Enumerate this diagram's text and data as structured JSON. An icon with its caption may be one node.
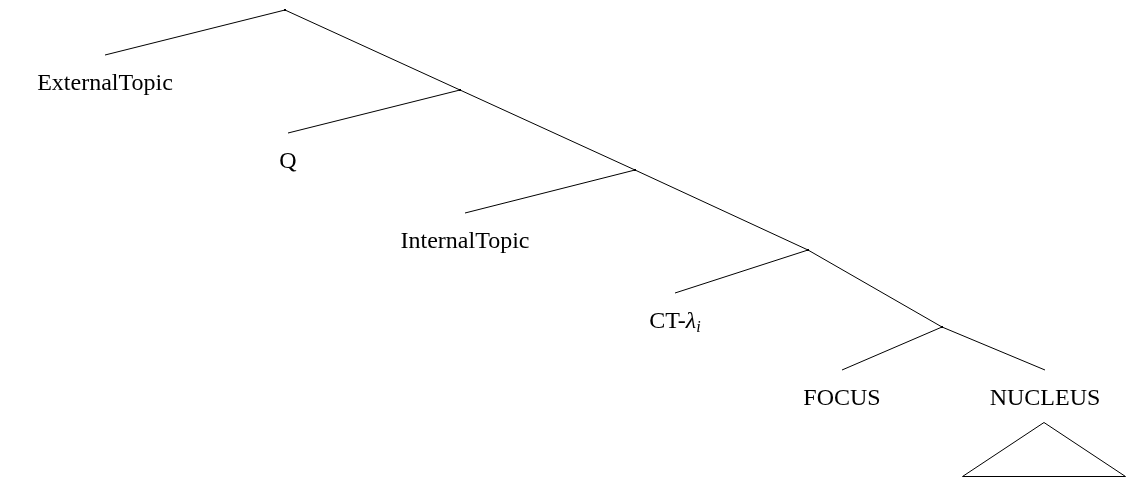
{
  "diagram": {
    "nodes": [
      {
        "text": [],
        "shape": "point"
      },
      {
        "text": [
          "ExternalTopic"
        ]
      },
      {
        "text": [],
        "shape": "point"
      },
      {
        "text": [
          "Q"
        ]
      },
      {
        "text": [],
        "shape": "point"
      },
      {
        "text": [
          "InternalTopic"
        ]
      },
      {
        "text": [],
        "shape": "point"
      },
      {
        "text": [
          "CT-*λ*$_{i}$"
        ]
      },
      {
        "text": [],
        "shape": "point"
      },
      {
        "text": [
          "FOCUS"
        ]
      },
      {
        "text": [
          "NUCLEUS"
        ]
      },
      {
        "text": [],
        "shape": "triangle"
      }
    ],
    "edges": [
      {
        "from": 0,
        "to": 1,
        "arrow": "none"
      },
      {
        "from": 0,
        "to": 2,
        "arrow": "none"
      },
      {
        "from": 2,
        "to": 3,
        "arrow": "none"
      },
      {
        "from": 2,
        "to": 4,
        "arrow": "none"
      },
      {
        "from": 4,
        "to": 5,
        "arrow": "none"
      },
      {
        "from": 4,
        "to": 6,
        "arrow": "none"
      },
      {
        "from": 6,
        "to": 7,
        "arrow": "none"
      },
      {
        "from": 6,
        "to": 8,
        "arrow": "none"
      },
      {
        "from": 8,
        "to": 9,
        "arrow": "none"
      },
      {
        "from": 8,
        "to": 10,
        "arrow": "none"
      }
    ]
  }
}
